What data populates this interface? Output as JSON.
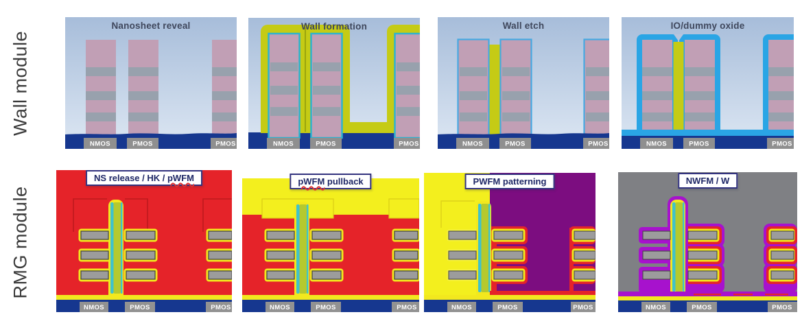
{
  "modules": {
    "wall": {
      "label": "Wall module",
      "panels": [
        {
          "title": "Nanosheet reveal",
          "devices": [
            "NMOS",
            "PMOS",
            "PMOS"
          ]
        },
        {
          "title": "Wall formation",
          "devices": [
            "NMOS",
            "PMOS",
            "PMOS"
          ]
        },
        {
          "title": "Wall etch",
          "devices": [
            "NMOS",
            "PMOS",
            "PMOS"
          ]
        },
        {
          "title": "IO/dummy oxide",
          "devices": [
            "NMOS",
            "PMOS",
            "PMOS"
          ]
        }
      ]
    },
    "rmg": {
      "label": "RMG module",
      "panels": [
        {
          "title_parts": [
            {
              "text": "NS release / HK / "
            },
            {
              "text": "pWFM",
              "underline": true
            }
          ],
          "devices": [
            "NMOS",
            "PMOS",
            "PMOS"
          ]
        },
        {
          "title_parts": [
            {
              "text": "pWFM",
              "underline": true
            },
            {
              "text": " pullback"
            }
          ],
          "devices": [
            "NMOS",
            "PMOS",
            "PMOS"
          ]
        },
        {
          "title_parts": [
            {
              "text": "PWFM patterning"
            }
          ],
          "devices": [
            "NMOS",
            "PMOS",
            "PMOS"
          ]
        },
        {
          "title_parts": [
            {
              "text": "NWFM / W"
            }
          ],
          "devices": [
            "NMOS",
            "PMOS",
            "PMOS"
          ]
        }
      ]
    }
  },
  "palette": {
    "sky_top": "#a7bdda",
    "sky_bottom": "#dde7f3",
    "fin_pink": "#c19fb5",
    "fin_stripe_gray": "#98a1ad",
    "substrate_navy": "#16378f",
    "device_label_gray": "#8f8f8f",
    "wall_olive_yellow": "#c5cb15",
    "liner_cyan": "#2cb3cf",
    "fin_outline_blue": "#46a9e2",
    "io_oxide_blue": "#2aa5e5",
    "pwfm_red": "#e52329",
    "hk_liner_yellow": "#f2e81e",
    "wfm_bright_yellow": "#f3ef1e",
    "nwfm_purple_bg": "#7c0d80",
    "tungsten_gray": "#7f8084",
    "coat_magenta": "#a712cd",
    "wall_green": "#b5c92e",
    "wall_teal": "#3fc2cb",
    "sheet_gray": "#9c9c9c",
    "step_box_border": "#32327e"
  }
}
